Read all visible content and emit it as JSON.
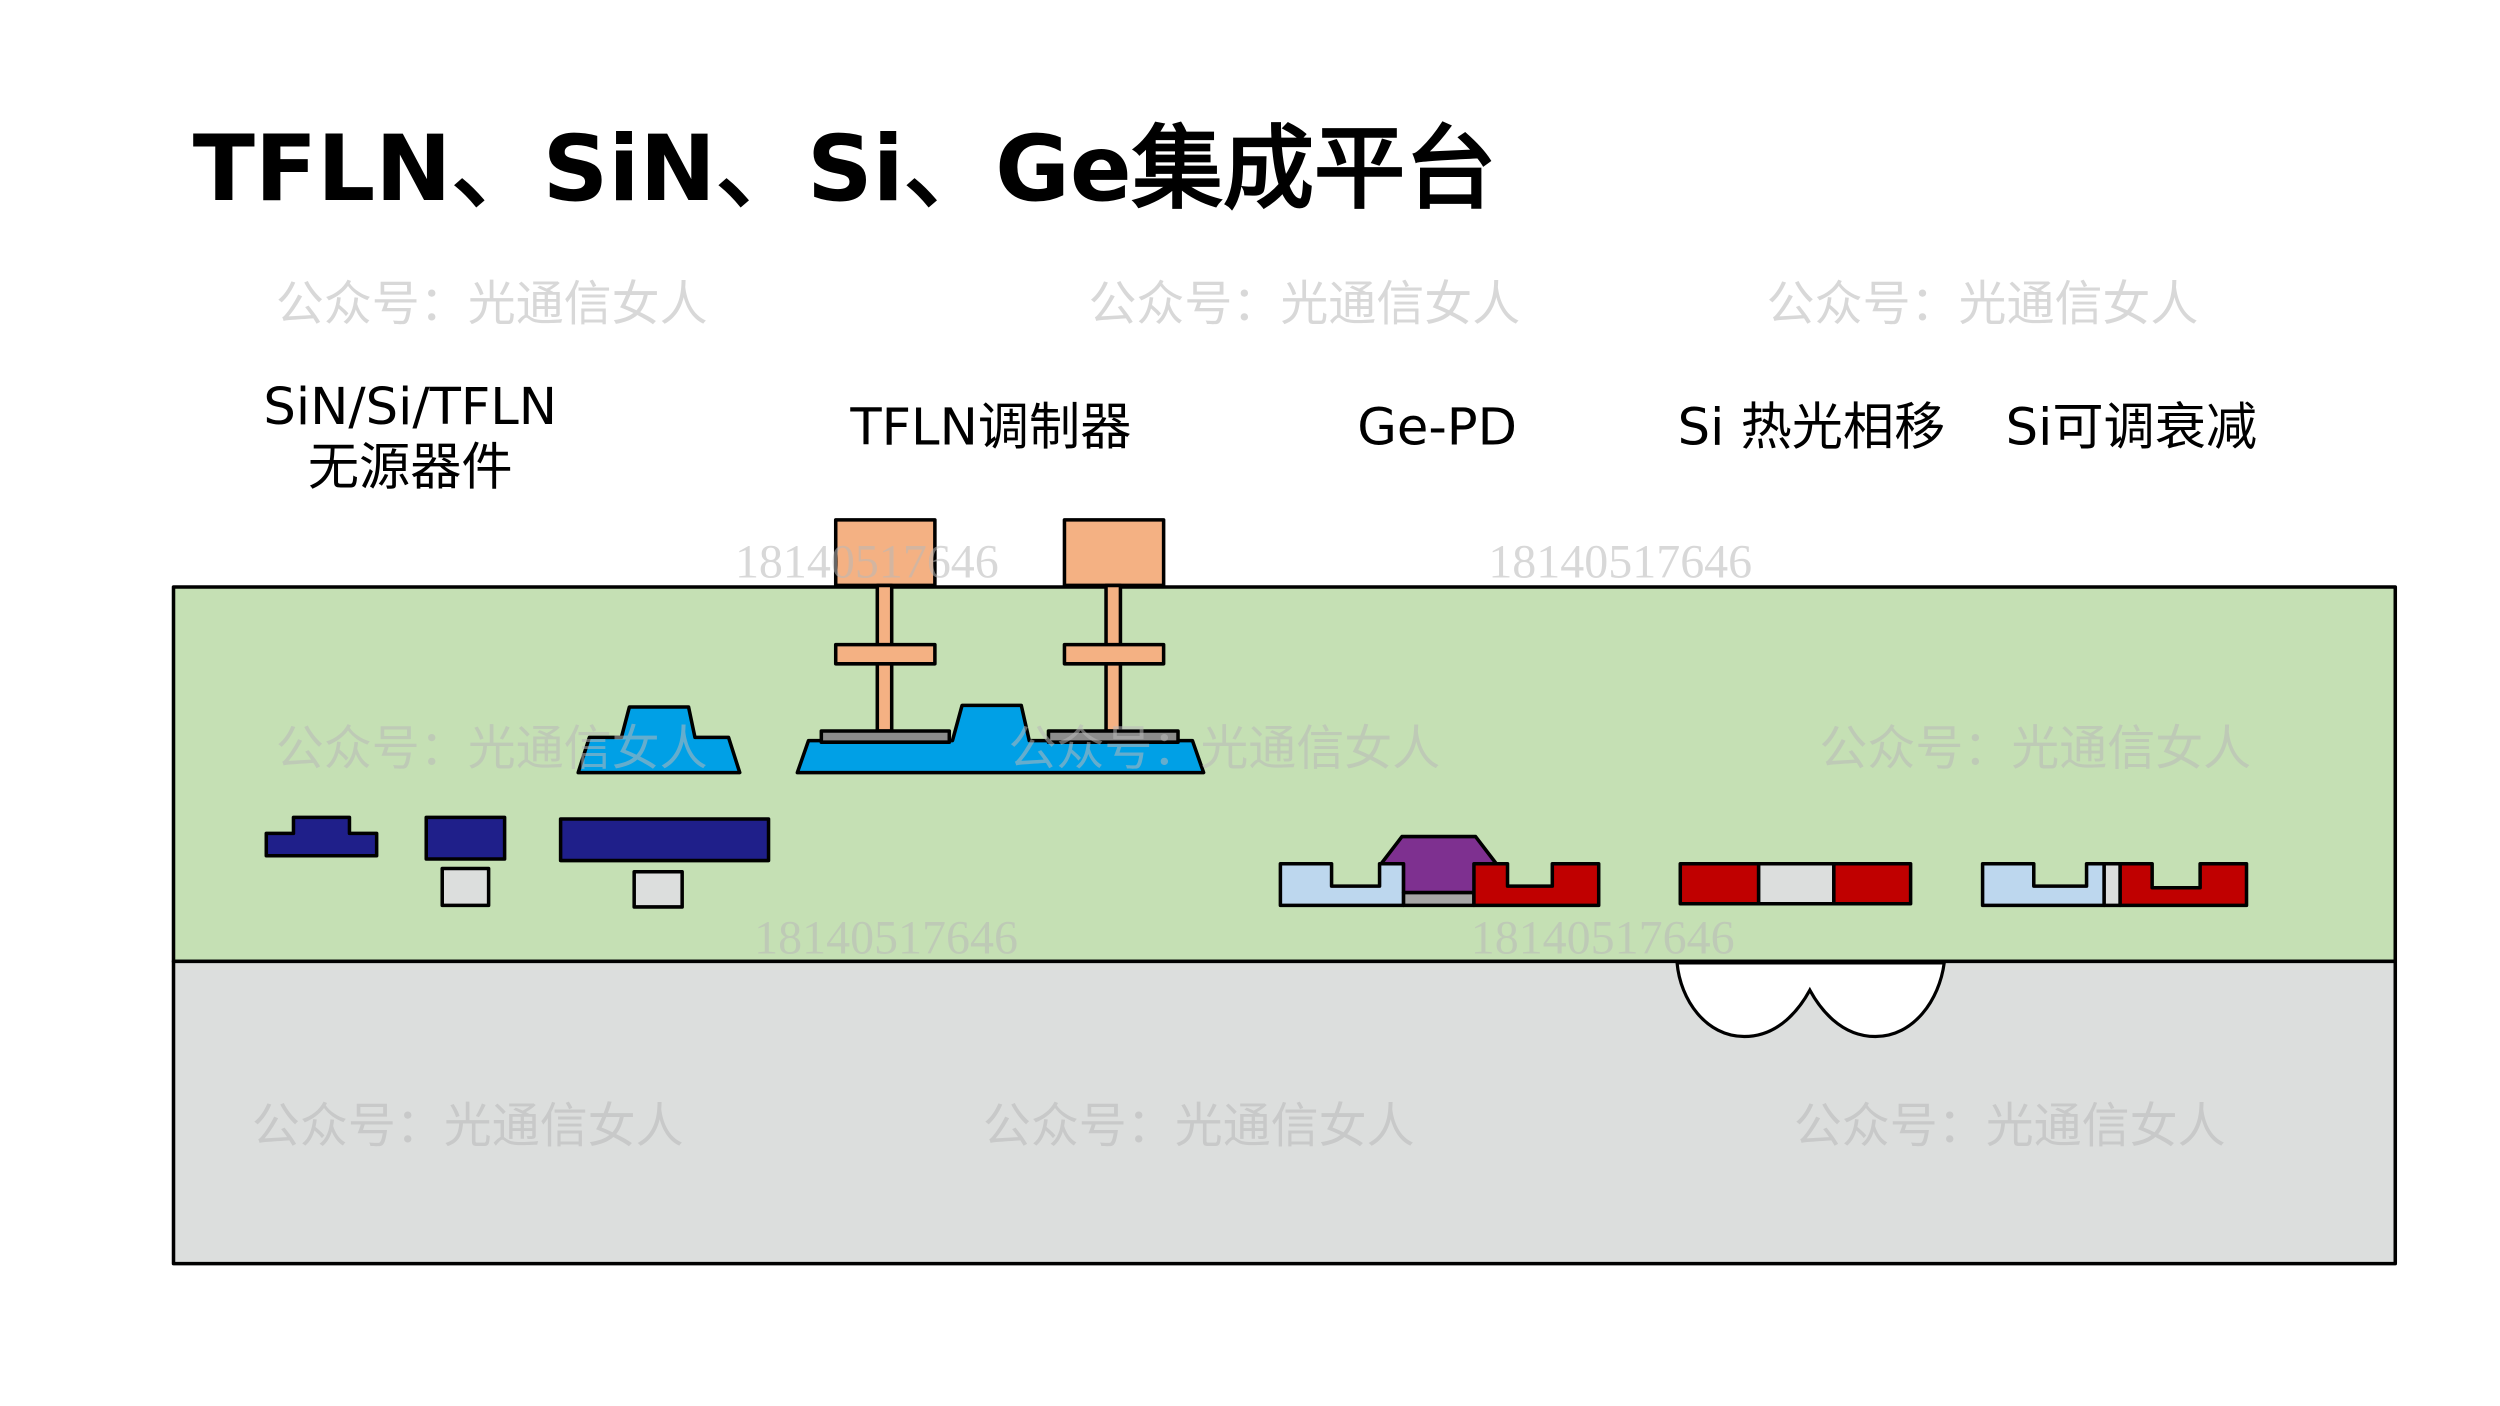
{
  "title": "TFLN、SiN、Si、Ge集成平台",
  "labels": {
    "passive_line1": "SiN/Si/TFLN",
    "passive_line2": "无源器件",
    "modulator": "TFLN调制器",
    "ge_pd": "Ge-PD",
    "thermal_phase_shifter": "Si 热光相移",
    "voa": "Si可调衰减"
  },
  "watermarks": {
    "account": "公众号：光通信女人",
    "phone": "18140517646"
  },
  "colors": {
    "cladding": "#c5e0b4",
    "substrate": "#dcdedd",
    "sin": "#1f1f8a",
    "tfln": "#00a0e6",
    "metal": "#f4b183",
    "electrode": "#8c8c8c",
    "ge": "#7e3090",
    "si_doped": "#c00000",
    "si_light": "#bdd7ee",
    "si": "#dcdedd"
  }
}
